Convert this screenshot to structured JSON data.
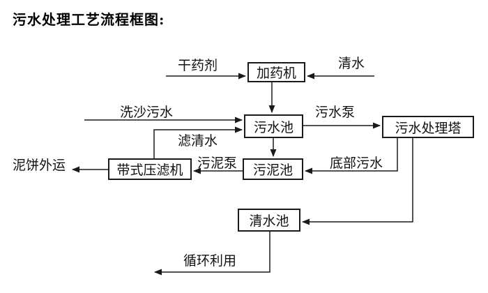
{
  "title": "污水处理工艺流程框图:",
  "diagram": {
    "nodes": {
      "dosing_machine": "加药机",
      "sewage_pool": "污水池",
      "treatment_tower": "污水处理塔",
      "sludge_pool": "污泥池",
      "belt_filter_press": "带式压滤机",
      "clean_water_pool": "清水池"
    },
    "labels": {
      "dry_chemical": "干药剂",
      "clean_water": "清水",
      "sand_washing_sewage": "洗沙污水",
      "sewage_pump": "污水泵",
      "filtered_water": "滤清水",
      "sludge_pump": "污泥泵",
      "bottom_sewage": "底部污水",
      "mud_cake_out": "泥饼外运",
      "recycle_use": "循环利用"
    }
  },
  "colors": {
    "background": "#ffffff",
    "line": "#1a1a1a",
    "text": "#111111"
  }
}
